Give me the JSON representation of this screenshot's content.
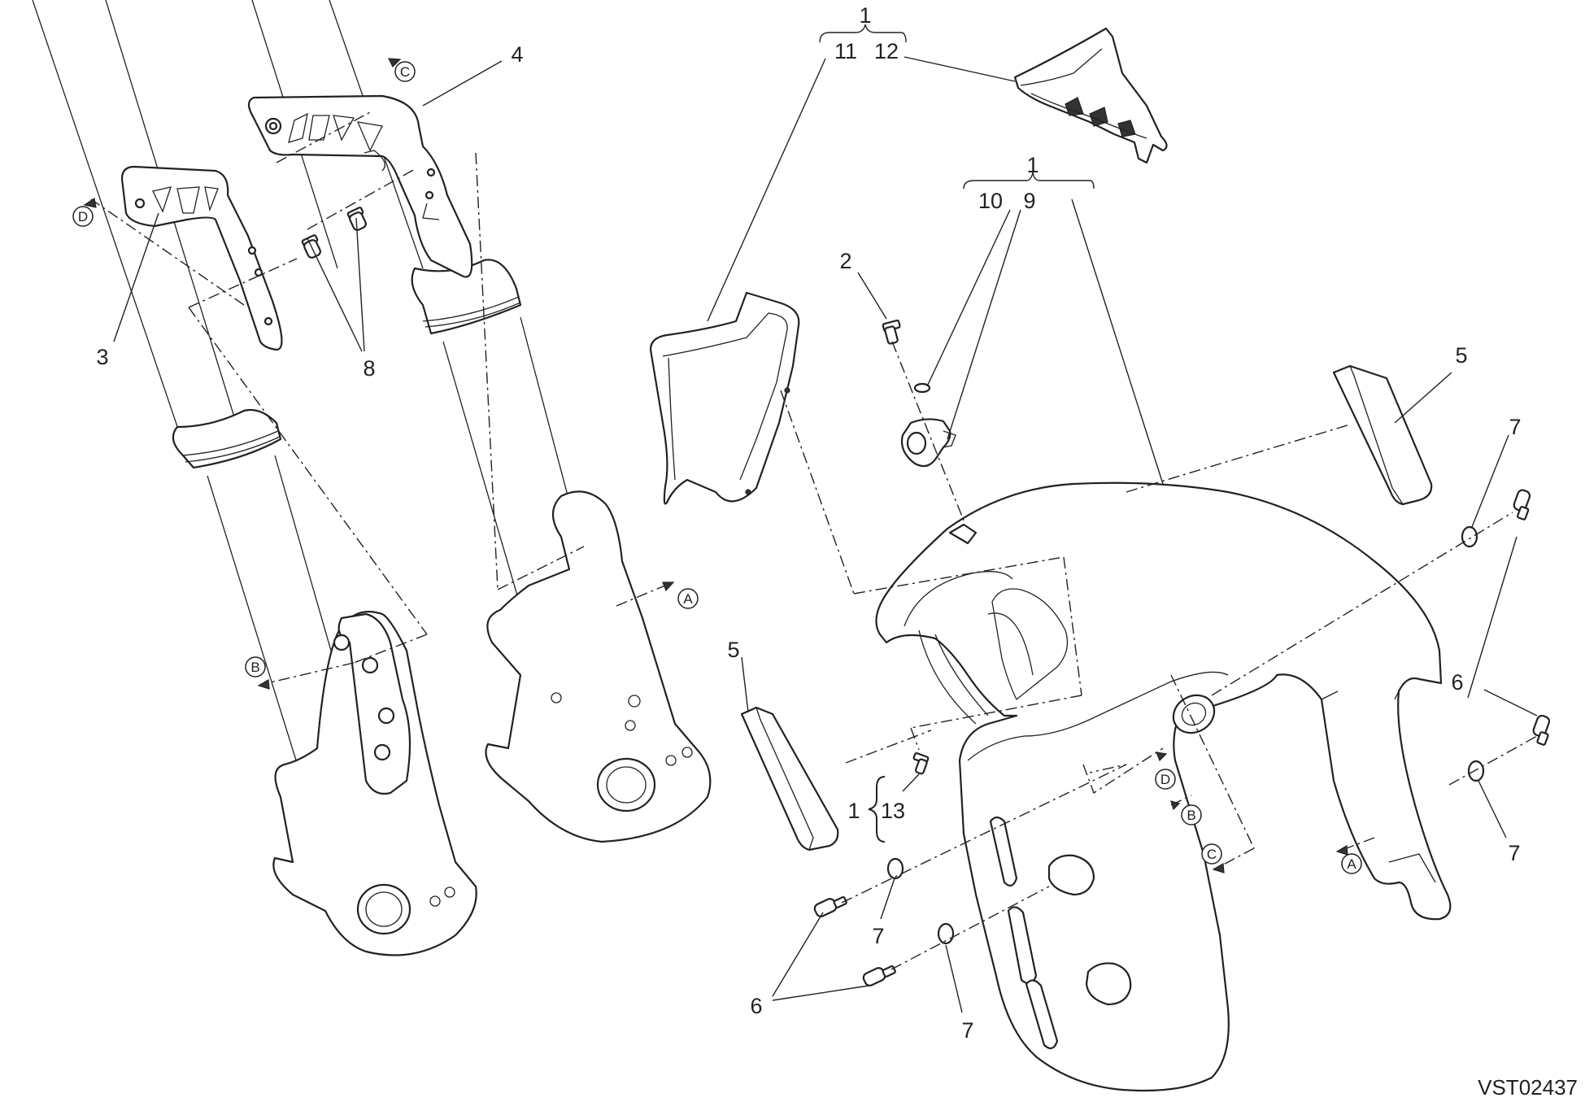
{
  "diagram": {
    "code": "VST02437",
    "labels": {
      "group_top": "1",
      "n11": "11",
      "n12": "12",
      "group_mid": "1",
      "n10": "10",
      "n9": "9",
      "n2": "2",
      "n3": "3",
      "n4": "4",
      "n5_right": "5",
      "n5_left": "5",
      "n6_right": "6",
      "n6_bottom": "6",
      "n7_top": "7",
      "n7_right": "7",
      "n7_mid": "7",
      "n7_bottom": "7",
      "n8": "8",
      "group_low": "1",
      "n13": "13"
    },
    "markers": {
      "A1": "A",
      "A2": "A",
      "B1": "B",
      "B2": "B",
      "C1": "C",
      "C2": "C",
      "D1": "D",
      "D2": "D"
    }
  }
}
